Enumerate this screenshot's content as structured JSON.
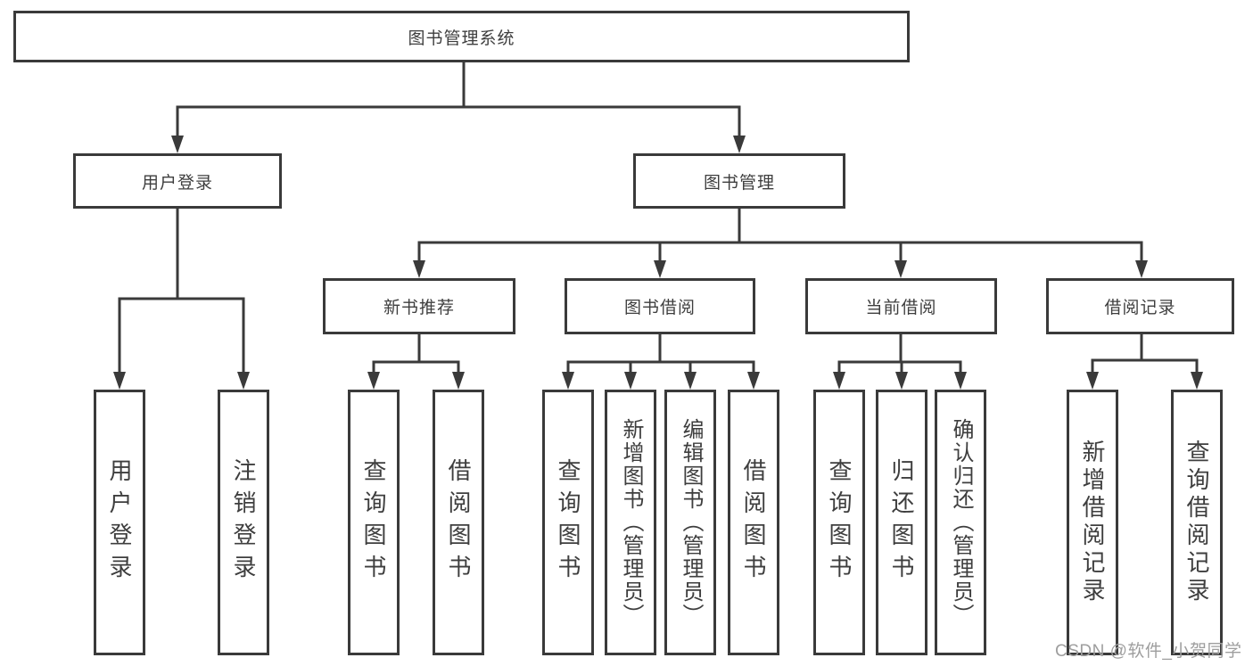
{
  "diagram": {
    "title": "图书管理系统",
    "level2": [
      {
        "label": "用户登录"
      },
      {
        "label": "图书管理"
      }
    ],
    "level3": [
      {
        "label": "新书推荐",
        "parent": "图书管理"
      },
      {
        "label": "图书借阅",
        "parent": "图书管理"
      },
      {
        "label": "当前借阅",
        "parent": "图书管理"
      },
      {
        "label": "借阅记录",
        "parent": "图书管理"
      }
    ],
    "leaves": [
      {
        "label": "用户登录",
        "parent": "用户登录"
      },
      {
        "label": "注销登录",
        "parent": "用户登录"
      },
      {
        "label": "查询图书",
        "parent": "新书推荐"
      },
      {
        "label": "借阅图书",
        "parent": "新书推荐"
      },
      {
        "label": "查询图书",
        "parent": "图书借阅"
      },
      {
        "label": "新增图书（管理员）",
        "parent": "图书借阅"
      },
      {
        "label": "编辑图书（管理员）",
        "parent": "图书借阅"
      },
      {
        "label": "借阅图书",
        "parent": "图书借阅"
      },
      {
        "label": "查询图书",
        "parent": "当前借阅"
      },
      {
        "label": "归还图书",
        "parent": "当前借阅"
      },
      {
        "label": "确认归还（管理员）",
        "parent": "当前借阅"
      },
      {
        "label": "新增借阅记录",
        "parent": "借阅记录"
      },
      {
        "label": "查询借阅记录",
        "parent": "借阅记录"
      }
    ]
  },
  "watermark": "CSDN @软件_小贺同学",
  "colors": {
    "line": "#3a3a3a",
    "text": "#3e3e3e",
    "watermark": "#9e9e9e",
    "background": "#ffffff"
  }
}
